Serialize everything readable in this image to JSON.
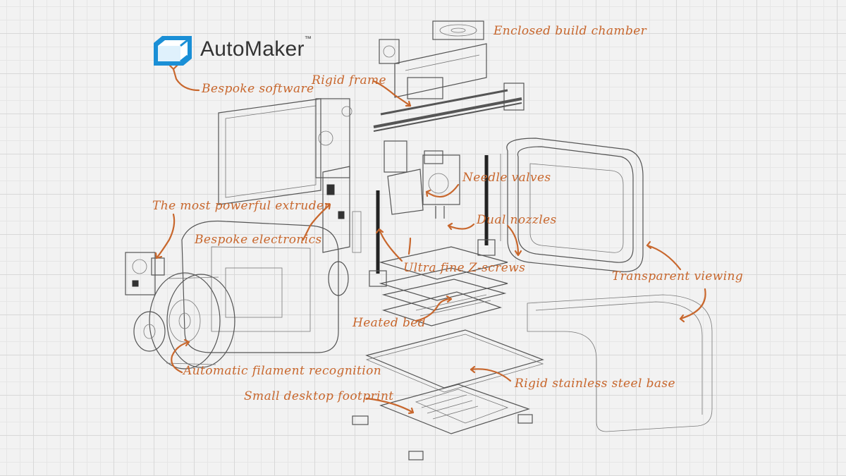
{
  "logo": {
    "brand": "AutoMaker",
    "trademark": "™"
  },
  "callouts": {
    "enclosed_build_chamber": "Enclosed build chamber",
    "rigid_frame": "Rigid frame",
    "bespoke_software": "Bespoke software",
    "needle_valves": "Needle valves",
    "most_powerful_extruder": "The most powerful extruder",
    "dual_nozzles": "Dual nozzles",
    "bespoke_electronics": "Bespoke electronics",
    "ultra_fine_z_screws": "Ultra fine Z-screws",
    "transparent_viewing": "Transparent viewing",
    "heated_bed": "Heated bed",
    "automatic_filament_recognition": "Automatic filament recognition",
    "rigid_stainless_steel_base": "Rigid stainless steel base",
    "small_desktop_footprint": "Small desktop footprint"
  },
  "colors": {
    "callout": "#c8672d",
    "line": "#555555",
    "logo": "#1a8fd6",
    "grid": "#d8d8d8"
  }
}
